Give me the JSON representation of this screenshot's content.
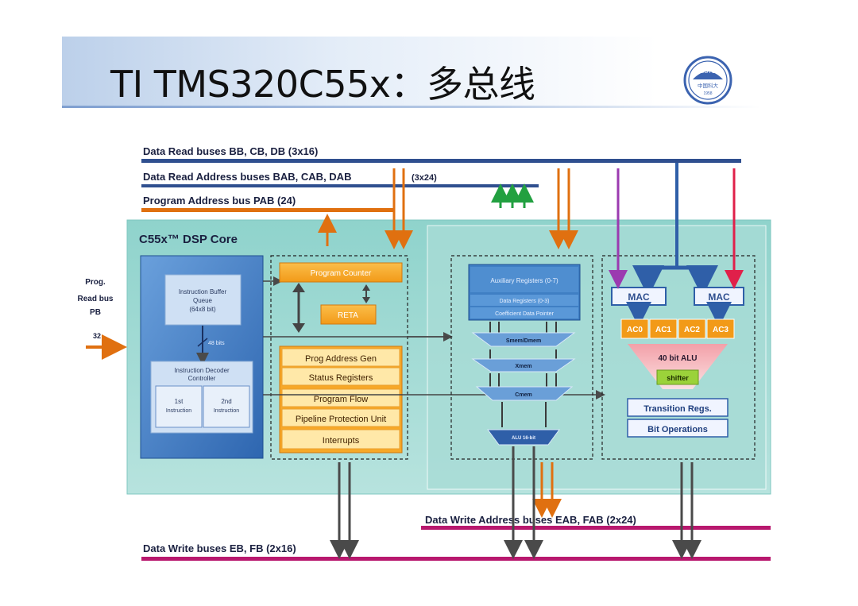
{
  "slide": {
    "title": "TI TMS320C55x：多总线",
    "logo_text_top": "USTC",
    "logo_text_mid": "中国科大",
    "logo_text_year": "1958"
  },
  "buses": {
    "data_read": "Data Read buses BB, CB, DB (3x16)",
    "data_read_address": "Data Read Address buses BAB, CAB, DAB",
    "data_read_address_width": "(3x24)",
    "program_address": "Program Address bus PAB (24)",
    "data_write_address": "Data Write Address buses EAB, FAB (2x24)",
    "data_write": "Data Write buses EB, FB (2x16)"
  },
  "core": {
    "title": "C55x™ DSP Core",
    "prog_read_bus": [
      "Prog.",
      "Read bus",
      "PB"
    ],
    "pb_width": "32",
    "instruction_buffer": [
      "Instruction Buffer",
      "Queue",
      "(64x8 bit)"
    ],
    "bus_48": "48 bits",
    "instruction_decoder": [
      "Instruction Decoder",
      "Controller"
    ],
    "first_instruction": [
      "1st",
      "Instruction"
    ],
    "second_instruction": [
      "2nd",
      "Instruction"
    ]
  },
  "program_unit": {
    "program_counter": "Program Counter",
    "reta": "RETA",
    "items": [
      "Prog Address Gen",
      "Status Registers",
      "Program Flow",
      "Pipeline Protection Unit",
      "Interrupts"
    ]
  },
  "address_unit": {
    "registers": [
      "Auxiliary Registers (0-7)",
      "Data Registers (0-3)",
      "Coefficient Data Pointer"
    ],
    "paths": [
      "Smem/Dmem",
      "Xmem",
      "Cmem"
    ],
    "alu": "ALU 16-bit"
  },
  "data_unit": {
    "mac1": "MAC",
    "mac2": "MAC",
    "accumulators": [
      "AC0",
      "AC1",
      "AC2",
      "AC3"
    ],
    "alu": "40 bit ALU",
    "shifter": "shifter",
    "transition": "Transition Regs.",
    "bit_ops": "Bit Operations"
  },
  "colors": {
    "read_bus": "#2f4f8f",
    "program_bus": "#e07010",
    "write_bus": "#b8186e",
    "core_bg": "#9ed6d2",
    "orange_box": "#f5a020",
    "blue_box": "#3f7fc4"
  }
}
